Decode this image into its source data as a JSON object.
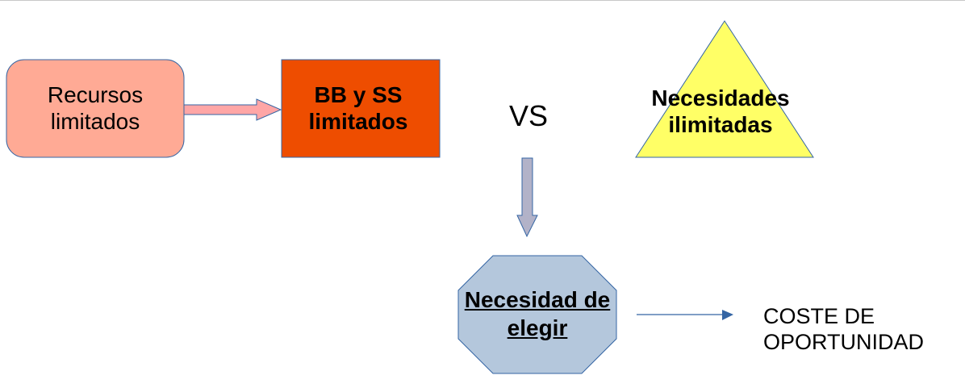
{
  "nodes": {
    "recursos": {
      "text_line1": "Recursos",
      "text_line2": "limitados",
      "fill": "#ffaa95"
    },
    "bbss": {
      "text_line1": "BB y SS",
      "text_line2": "limitados",
      "fill": "#ee4d00"
    },
    "vs": {
      "text": "VS"
    },
    "necesidades": {
      "text_line1": "Necesidades",
      "text_line2": "ilimitadas",
      "fill": "#ffff66"
    },
    "elegir": {
      "text_line1": "Necesidad de",
      "text_line2": "elegir",
      "fill": "#b4c7dc"
    },
    "coste": {
      "text_line1": "COSTE DE",
      "text_line2": "OPORTUNIDAD"
    }
  },
  "colors": {
    "stroke": "#3465a4",
    "arrow_pink": "#ffa6a6",
    "arrow_gray": "#b2b2c8"
  }
}
